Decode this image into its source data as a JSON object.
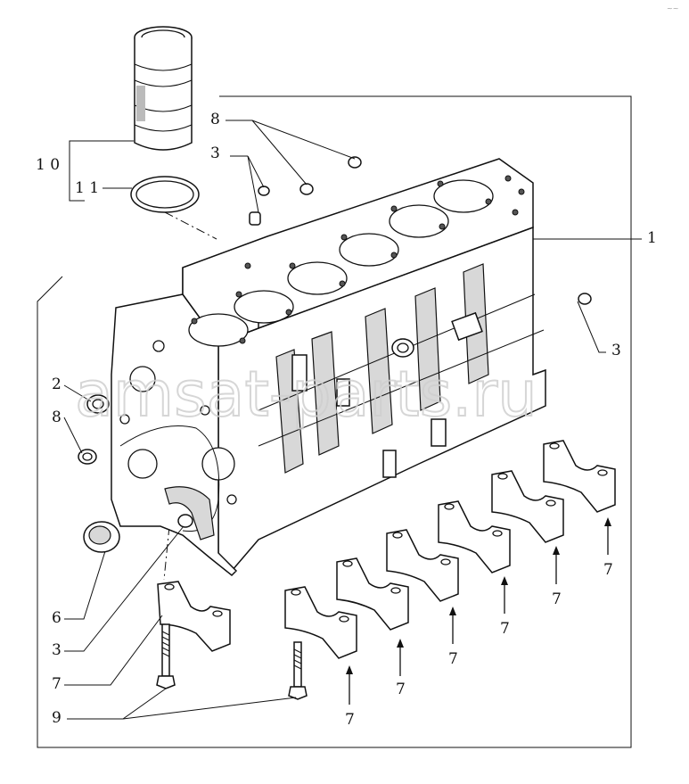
{
  "diagram": {
    "watermark": "amsat-parts.ru",
    "corner_mark": "~~",
    "callouts": [
      {
        "id": "c-10",
        "text": "1 0"
      },
      {
        "id": "c-11",
        "text": "1 1"
      },
      {
        "id": "c-8-top",
        "text": "8"
      },
      {
        "id": "c-3-top",
        "text": "3"
      },
      {
        "id": "c-1",
        "text": "1"
      },
      {
        "id": "c-3-right",
        "text": "3"
      },
      {
        "id": "c-2",
        "text": "2"
      },
      {
        "id": "c-8-left",
        "text": "8"
      },
      {
        "id": "c-6",
        "text": "6"
      },
      {
        "id": "c-3-bottom",
        "text": "3"
      },
      {
        "id": "c-7-left",
        "text": "7"
      },
      {
        "id": "c-9",
        "text": "9"
      },
      {
        "id": "c-7-a",
        "text": "7"
      },
      {
        "id": "c-7-b",
        "text": "7"
      },
      {
        "id": "c-7-c",
        "text": "7"
      },
      {
        "id": "c-7-d",
        "text": "7"
      },
      {
        "id": "c-7-e",
        "text": "7"
      },
      {
        "id": "c-7-f",
        "text": "7"
      }
    ]
  }
}
